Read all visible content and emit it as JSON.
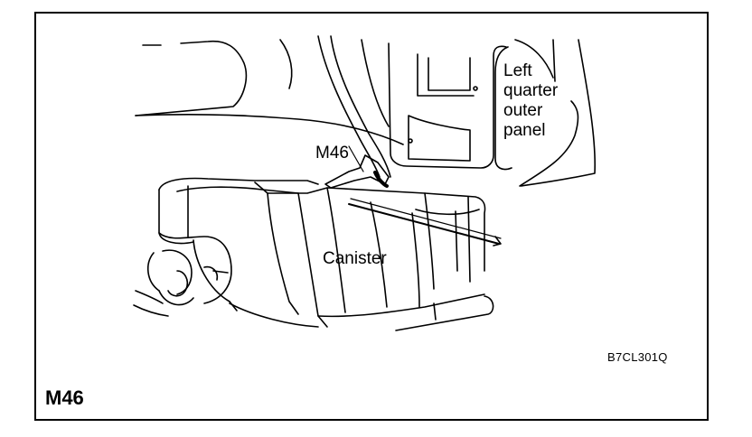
{
  "figure": {
    "labels": {
      "connector": "M46",
      "panel_lines": [
        "Left",
        "quarter",
        "outer",
        "panel"
      ],
      "canister": "Canister",
      "drawing_code": "B7CL301Q"
    },
    "figure_id": "M46",
    "colors": {
      "ink": "#000000",
      "background": "#ffffff"
    }
  }
}
